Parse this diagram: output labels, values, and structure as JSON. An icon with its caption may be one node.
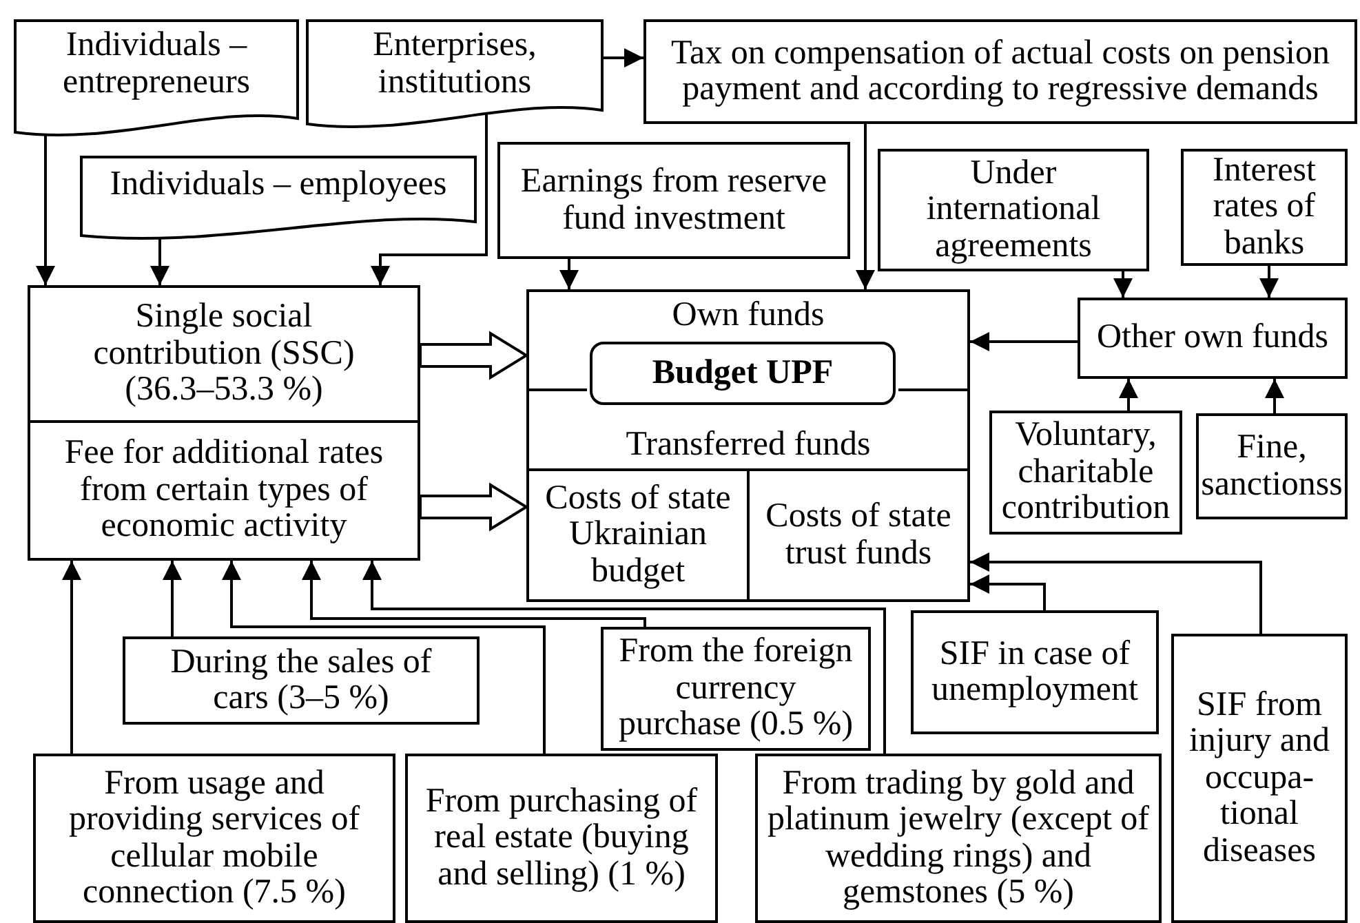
{
  "diagram": {
    "nodes": [
      {
        "text": [
          "Individuals – entrepreneurs"
        ]
      },
      {
        "text": [
          "Enterprises, institutions"
        ]
      },
      {
        "text": [
          "Tax on compensation of actual costs on pension payment and according to regressive demands"
        ]
      },
      {
        "text": [
          "Individuals – employees"
        ]
      },
      {
        "text": [
          "Earnings from reserve fund investment"
        ]
      },
      {
        "text": [
          "Under international agreements"
        ]
      },
      {
        "text": [
          "Interest rates of banks"
        ]
      },
      {
        "text": [
          "Single social contribution (SSC) (36.3–53.3 %)"
        ]
      },
      {
        "text": [
          "Fee for additional rates from certain types of economic activity"
        ]
      },
      {
        "text": [
          "Own funds",
          "Transferred funds"
        ]
      },
      {
        "text": [
          "Budget UPF"
        ],
        "in": 9
      },
      {
        "text": [
          "Costs of state Ukrainian budget"
        ]
      },
      {
        "text": [
          "Costs of state trust funds"
        ]
      },
      {
        "text": [
          "Other own funds"
        ]
      },
      {
        "text": [
          "Voluntary, charitable contribution"
        ]
      },
      {
        "text": [
          "Fine, sanctionss"
        ]
      },
      {
        "text": [
          "During the sales of cars (3–5 %)"
        ]
      },
      {
        "text": [
          "From the foreign currency purchase (0.5 %)"
        ]
      },
      {
        "text": [
          "From usage and providing services of cellular mobile connection (7.5 %)"
        ]
      },
      {
        "text": [
          "From purchasing of real estate (buying and selling) (1 %)"
        ]
      },
      {
        "text": [
          "From trading by gold and platinum jewelry (except of wedding rings) and gemstones (5 %)"
        ]
      },
      {
        "text": [
          "SIF in case of unemployment"
        ]
      },
      {
        "text": [
          "SIF from injury and occupa- tional diseases"
        ]
      }
    ],
    "edges": [
      {
        "from": 0,
        "to": 7,
        "arrow": "to"
      },
      {
        "from": 3,
        "to": 7,
        "arrow": "to"
      },
      {
        "from": 1,
        "to": 7,
        "arrow": "to"
      },
      {
        "from": 1,
        "to": 2,
        "arrow": "to"
      },
      {
        "from": 2,
        "to": 9,
        "arrow": "to"
      },
      {
        "from": 4,
        "to": 9,
        "arrow": "to"
      },
      {
        "from": 5,
        "to": 13,
        "arrow": "to"
      },
      {
        "from": 6,
        "to": 13,
        "arrow": "to"
      },
      {
        "from": 13,
        "to": 9,
        "arrow": "to"
      },
      {
        "from": 14,
        "to": 13,
        "arrow": "to"
      },
      {
        "from": 15,
        "to": 13,
        "arrow": "to"
      },
      {
        "from": 7,
        "to": 9,
        "arrow": "to",
        "style": "thick"
      },
      {
        "from": 8,
        "to": 11,
        "arrow": "to",
        "style": "thick"
      },
      {
        "from": 18,
        "to": 8,
        "arrow": "to"
      },
      {
        "from": 16,
        "to": 8,
        "arrow": "to"
      },
      {
        "from": 19,
        "to": 8,
        "arrow": "to"
      },
      {
        "from": 17,
        "to": 8,
        "arrow": "to"
      },
      {
        "from": 20,
        "to": 8,
        "arrow": "to"
      },
      {
        "from": 21,
        "to": 12,
        "arrow": "to"
      },
      {
        "from": 22,
        "to": 12,
        "arrow": "to"
      }
    ]
  }
}
